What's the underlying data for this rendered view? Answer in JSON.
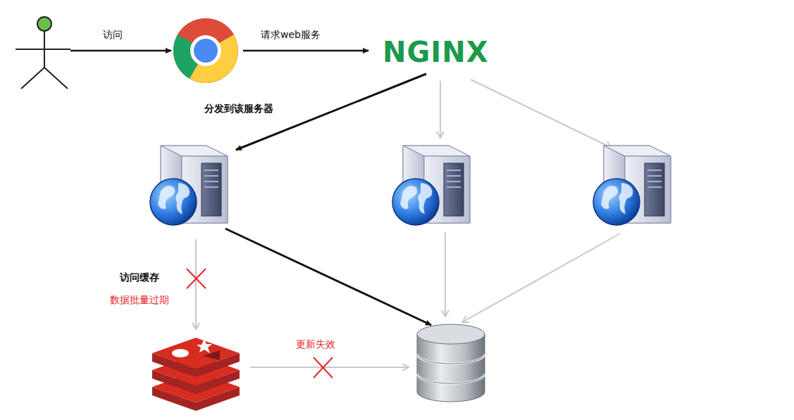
{
  "diagram": {
    "nodes": [
      {
        "text": [
          "NGINX"
        ]
      }
    ],
    "labels": [
      "访问",
      "请求web服务",
      "分发到该服务器",
      "访问缓存",
      "数据批量过期",
      "更新失效"
    ]
  }
}
